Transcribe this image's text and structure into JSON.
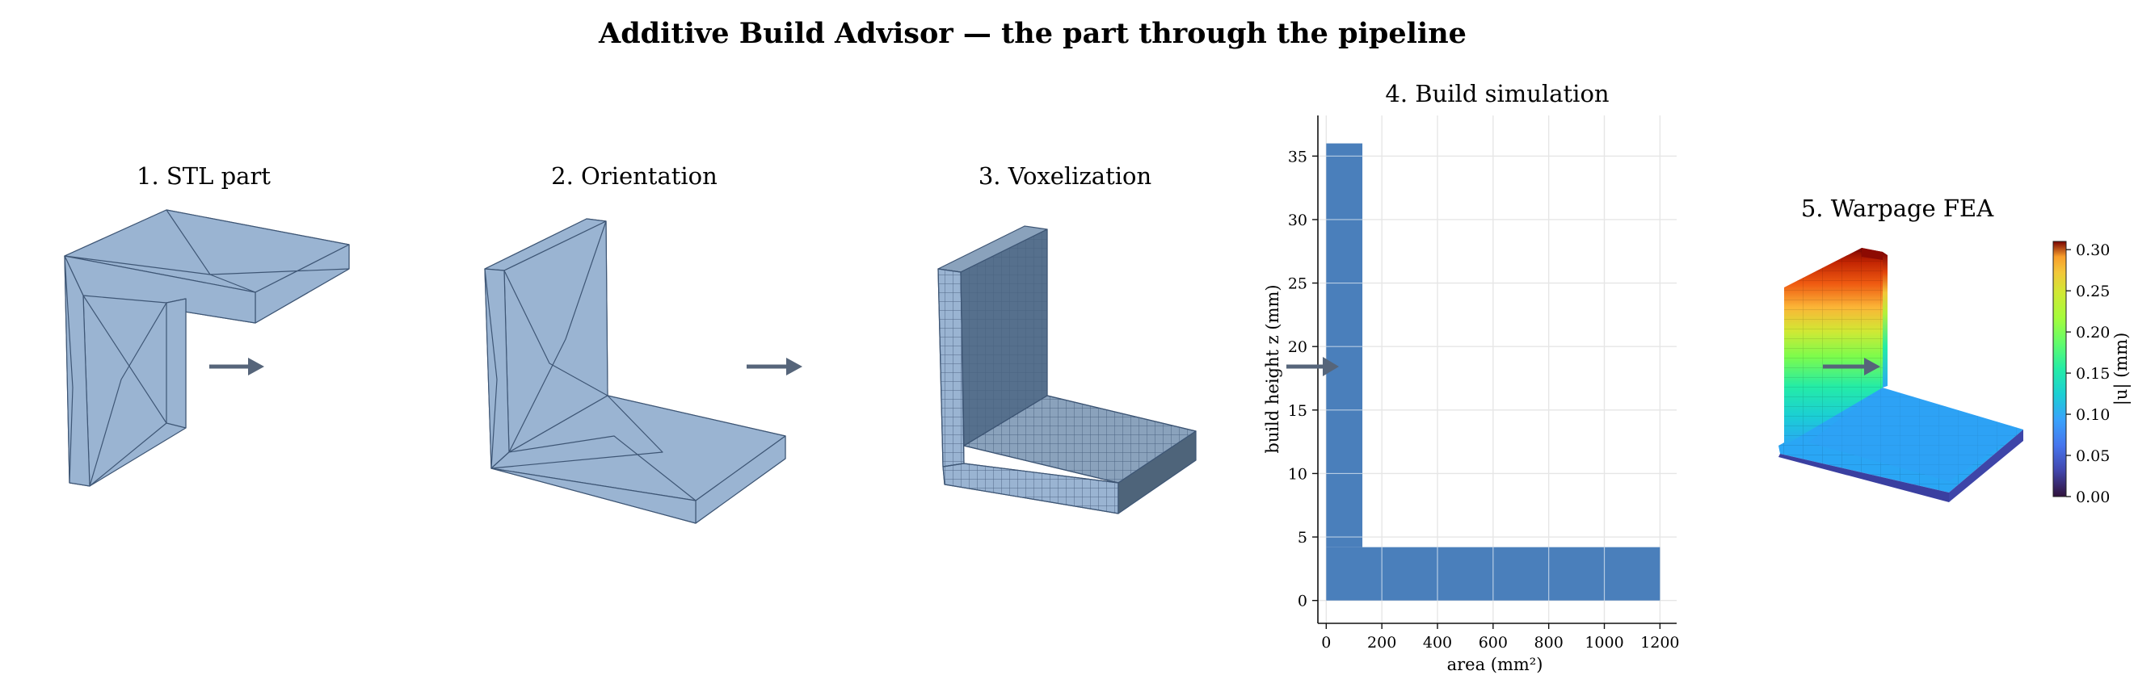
{
  "figure": {
    "title": "Additive Build Advisor — the part through the pipeline"
  },
  "panels": [
    {
      "title": "1. STL part"
    },
    {
      "title": "2. Orientation"
    },
    {
      "title": "3. Voxelization"
    },
    {
      "title": "4. Build simulation"
    },
    {
      "title": "5. Warpage FEA"
    }
  ],
  "colors": {
    "mesh_face": "#9ab4d2",
    "mesh_edge": "#3e5675",
    "arrow": "#56657a",
    "bar": "#4a7fbb",
    "grid": "#e6e6e6"
  },
  "chart_data": {
    "type": "bar",
    "orientation": "horizontal",
    "title": "4. Build simulation",
    "xlabel": "area (mm²)",
    "ylabel": "build height z (mm)",
    "xlim": [
      -30,
      1260
    ],
    "ylim": [
      -1.8,
      38.2
    ],
    "xticks": [
      0,
      200,
      400,
      600,
      800,
      1000,
      1200
    ],
    "yticks": [
      0,
      5,
      10,
      15,
      20,
      25,
      30,
      35
    ],
    "grid": true,
    "series": [
      {
        "bars": [
          {
            "z_start": 0,
            "z_end": 4.2,
            "area": 1200
          },
          {
            "z_start": 4.2,
            "z_end": 36,
            "area": 130
          }
        ]
      }
    ]
  },
  "colorbar": {
    "label": "|u| (mm)",
    "ticks": [
      "0.00",
      "0.05",
      "0.10",
      "0.15",
      "0.20",
      "0.25",
      "0.30"
    ],
    "range": [
      0,
      0.31
    ],
    "colormap": "turbo"
  }
}
